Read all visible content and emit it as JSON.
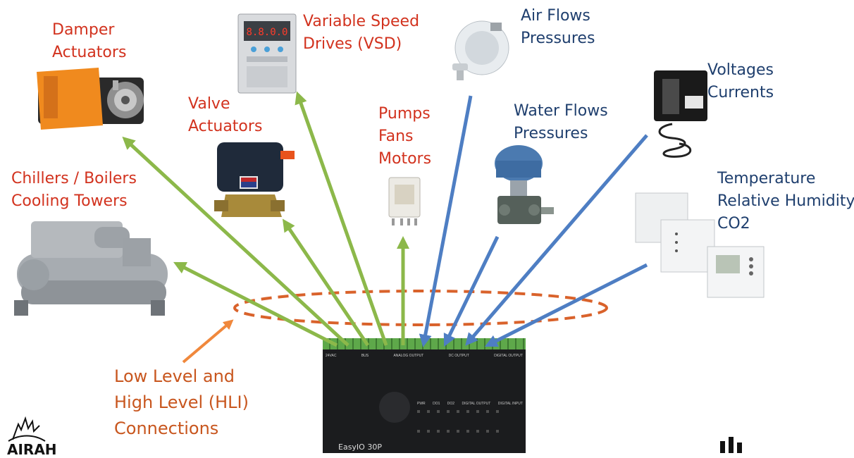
{
  "outputs": [
    {
      "id": "damper",
      "lines": [
        "Damper",
        "Actuators"
      ]
    },
    {
      "id": "vsd",
      "lines": [
        "Variable Speed",
        "Drives (VSD)"
      ]
    },
    {
      "id": "valve",
      "lines": [
        "Valve",
        "Actuators"
      ]
    },
    {
      "id": "pumps",
      "lines": [
        "Pumps",
        "Fans",
        "Motors"
      ]
    },
    {
      "id": "chillers",
      "lines": [
        "Chillers / Boilers",
        "Cooling Towers"
      ]
    }
  ],
  "inputs": [
    {
      "id": "air",
      "lines": [
        "Air Flows",
        "Pressures"
      ]
    },
    {
      "id": "water",
      "lines": [
        "Water Flows",
        "Pressures"
      ]
    },
    {
      "id": "volt",
      "lines": [
        "Voltages",
        "Currents"
      ]
    },
    {
      "id": "temp",
      "lines": [
        "Temperature",
        "Relative Humidity",
        "CO2"
      ]
    }
  ],
  "connections": {
    "lines": [
      "Low Level and",
      "High Level (HLI)",
      "Connections"
    ]
  },
  "controller": {
    "brand": "EasyIO 30P",
    "header_labels": [
      "24VAC",
      "BUS",
      "ANALOG OUTPUT",
      "DC OUTPUT",
      "DIGITAL OUTPUT"
    ],
    "led_labels": [
      "PWR",
      "DO1",
      "DO2",
      "DIGITAL OUTPUT",
      "DIGITAL INPUT"
    ]
  },
  "vsd_display": "8.8.0.0",
  "logo": "AIRAH",
  "colors": {
    "output_text": "#d2321e",
    "input_text": "#1f3f6e",
    "output_arrow": "#8cb84a",
    "input_arrow": "#4e7ec3",
    "ring": "#d9622b",
    "conn_arrow": "#f0883c"
  }
}
